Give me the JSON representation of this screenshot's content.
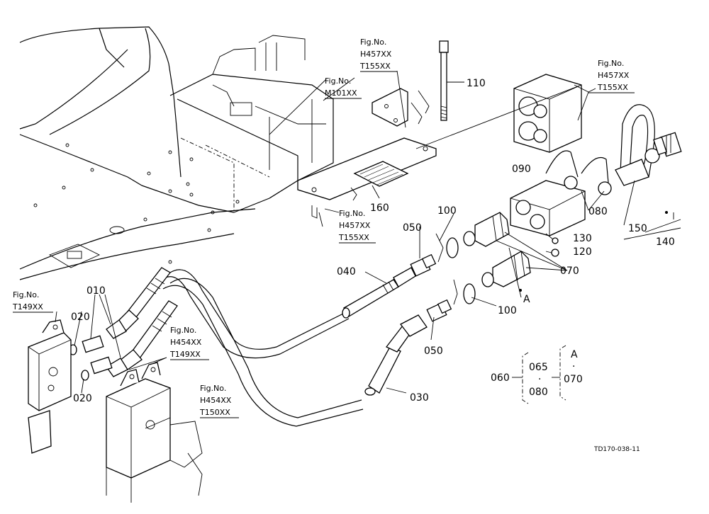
{
  "diagram_code": "TD170-038-11",
  "fig_refs": {
    "r_t149": {
      "line1": "Fig.No.",
      "line2": "T149XX"
    },
    "r_h454_t149": {
      "line1": "Fig.No.",
      "line2": "H454XX",
      "line3": "T149XX"
    },
    "r_h454_t150": {
      "line1": "Fig.No.",
      "line2": "H454XX",
      "line3": "T150XX"
    },
    "r_h457_top": {
      "line1": "Fig.No.",
      "line2": "H457XX",
      "line3": "T155XX"
    },
    "r_m101": {
      "line1": "Fig.No.",
      "line2": "M101XX"
    },
    "r_h457_mid": {
      "line1": "Fig.No.",
      "line2": "H457XX",
      "line3": "T155XX"
    },
    "r_h457_right": {
      "line1": "Fig.No.",
      "line2": "H457XX",
      "line3": "T155XX"
    }
  },
  "part_labels": {
    "p010": "010",
    "p020a": "020",
    "p020b": "020",
    "p030": "030",
    "p040": "040",
    "p050a": "050",
    "p050b": "050",
    "p070": "070",
    "p080": "080",
    "p090": "090",
    "p100a": "100",
    "p100b": "100",
    "p110": "110",
    "p120": "120",
    "p130": "130",
    "p140": "140",
    "p150": "150",
    "p160": "160",
    "pA": "A"
  },
  "legend": {
    "left": "060",
    "mid_top": "065",
    "mid_dot": "·",
    "mid_bottom": "080",
    "right_top": "A",
    "right_dot": "·",
    "right_bottom": "070"
  }
}
